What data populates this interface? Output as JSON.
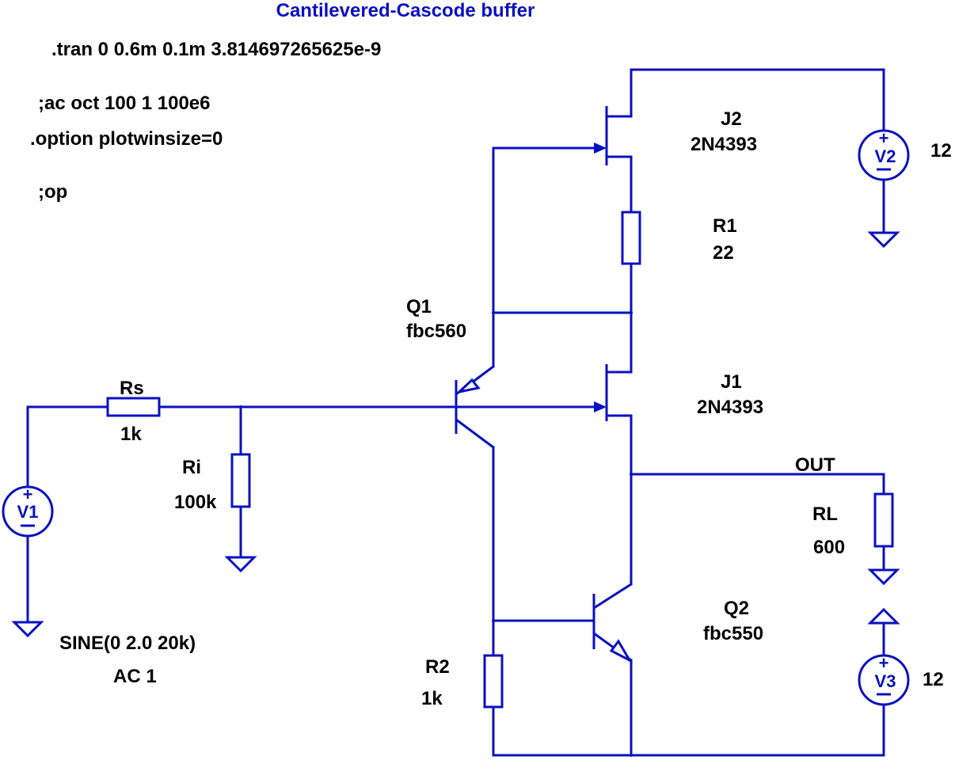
{
  "title": "Cantilevered-Cascode buffer",
  "directives": {
    "tran": ".tran 0 0.6m 0.1m 3.814697265625e-9",
    "ac": ";ac oct 100 1 100e6",
    "option": ".option plotwinsize=0",
    "op": ";op"
  },
  "components": {
    "J2": {
      "name": "J2",
      "model": "2N4393"
    },
    "J1": {
      "name": "J1",
      "model": "2N4393"
    },
    "R1": {
      "name": "R1",
      "value": "22"
    },
    "Q1": {
      "name": "Q1",
      "model": "fbc560"
    },
    "Q2": {
      "name": "Q2",
      "model": "fbc550"
    },
    "Rs": {
      "name": "Rs",
      "value": "1k"
    },
    "Ri": {
      "name": "Ri",
      "value": "100k"
    },
    "RL": {
      "name": "RL",
      "value": "600"
    },
    "R2": {
      "name": "R2",
      "value": "1k"
    },
    "V1": {
      "name": "V1",
      "value": "SINE(0 2.0 20k)",
      "ac": "AC 1"
    },
    "V2": {
      "name": "V2",
      "value": "12"
    },
    "V3": {
      "name": "V3",
      "value": "12"
    }
  },
  "nets": {
    "out": "OUT"
  },
  "colors": {
    "wire": "#0a10c0",
    "title": "#0a10c0",
    "text": "#000000"
  }
}
